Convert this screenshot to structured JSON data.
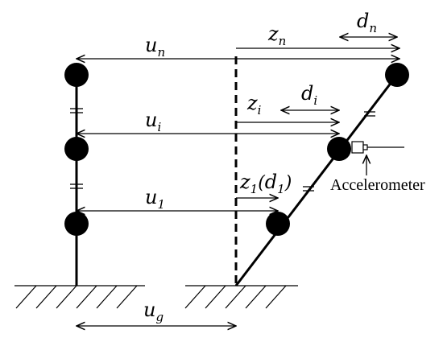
{
  "labels": {
    "u_n": {
      "base": "u",
      "sub": "n"
    },
    "u_i": {
      "base": "u",
      "sub": "i"
    },
    "u_1": {
      "base": "u",
      "sub": "1"
    },
    "u_g": {
      "base": "u",
      "sub": "g"
    },
    "z_n": {
      "base": "z",
      "sub": "n"
    },
    "z_i": {
      "base": "z",
      "sub": "i"
    },
    "z_1": {
      "base": "z",
      "sub": "1",
      "paren_open": "(",
      "paren_base": "d",
      "paren_sub": "1",
      "paren_close": ")"
    },
    "d_n": {
      "base": "d",
      "sub": "n"
    },
    "d_i": {
      "base": "d",
      "sub": "i"
    }
  },
  "accelerometer": {
    "label": "Accelerometer"
  },
  "colors": {
    "ink": "#000000",
    "background": "#ffffff"
  }
}
